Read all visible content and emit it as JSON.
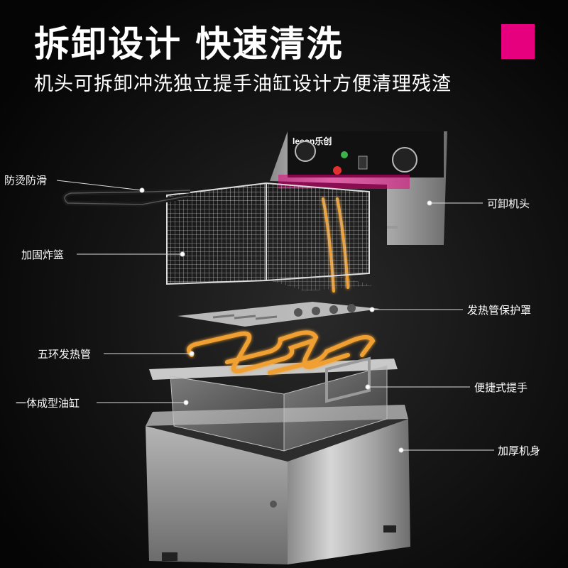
{
  "headline": {
    "title": "拆卸设计 快速清洗",
    "subtitle": "机头可拆卸冲洗独立提手油缸设计方便清理残渣"
  },
  "accent_color": "#e6007e",
  "brand": {
    "logo_text": "lecon乐创"
  },
  "callouts": {
    "basket_handle": "防烫防滑",
    "basket": "加固炸篮",
    "heating_tube": "五环发热管",
    "oil_tank": "一体成型油缸",
    "control_head": "可卸机头",
    "tube_guard": "发热管保护罩",
    "tank_handle": "便捷式提手",
    "body": "加厚机身"
  }
}
